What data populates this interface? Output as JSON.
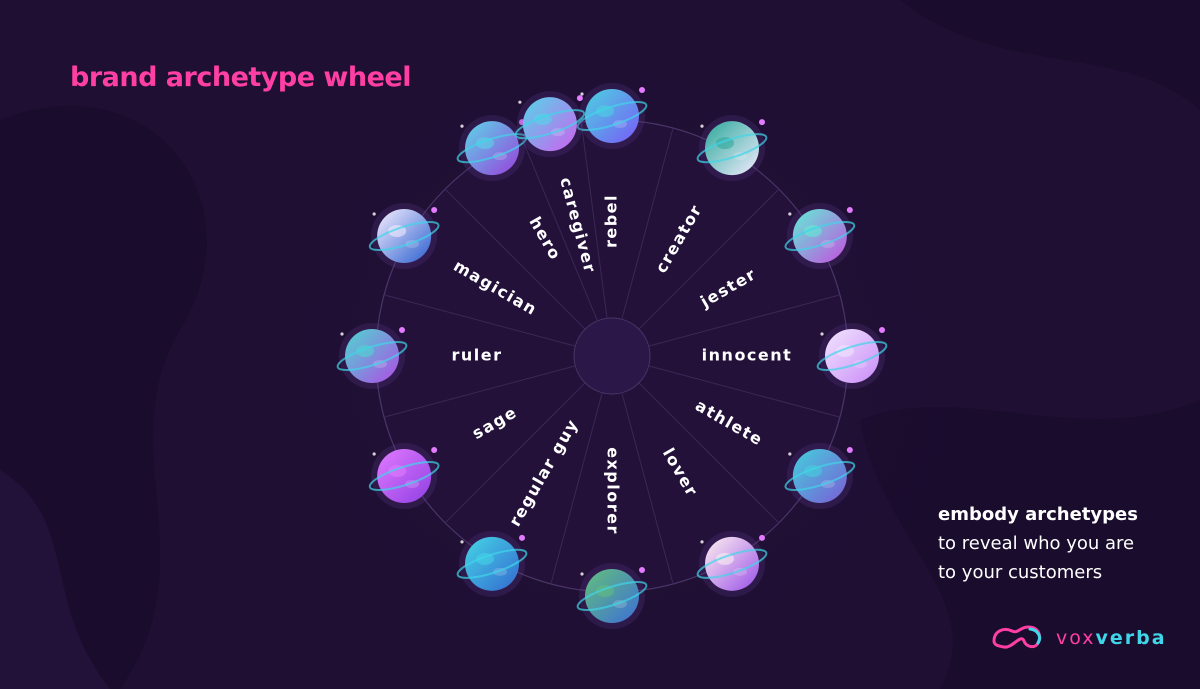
{
  "title": "brand archetype wheel",
  "tagline": {
    "strong": "embody archetypes",
    "line1": "to reveal who you are",
    "line2": "to your customers"
  },
  "logo": {
    "part1": "vox",
    "part2": "verba"
  },
  "archetypes": [
    {
      "label": "rebel",
      "angle": 90,
      "colors": [
        "#7a5af8",
        "#4ad3e0"
      ]
    },
    {
      "label": "creator",
      "angle": 60,
      "colors": [
        "#f4ecff",
        "#2aa89a"
      ]
    },
    {
      "label": "jester",
      "angle": 30,
      "colors": [
        "#c64de0",
        "#5ff0d6"
      ]
    },
    {
      "label": "innocent",
      "angle": 0,
      "colors": [
        "#c98bf7",
        "#f2e6ff"
      ]
    },
    {
      "label": "athlete",
      "angle": -30,
      "colors": [
        "#7b5bd6",
        "#43d1dd"
      ]
    },
    {
      "label": "lover",
      "angle": -60,
      "colors": [
        "#9a4fe8",
        "#fff3f0"
      ]
    },
    {
      "label": "explorer",
      "angle": -90,
      "colors": [
        "#3d6ed8",
        "#62c07b"
      ]
    },
    {
      "label": "regular guy",
      "angle": -120,
      "colors": [
        "#3468d0",
        "#45d6e6"
      ]
    },
    {
      "label": "sage",
      "angle": -150,
      "colors": [
        "#8f3fe3",
        "#e27bff"
      ]
    },
    {
      "label": "ruler",
      "angle": 180,
      "colors": [
        "#b04be6",
        "#4cd8d0"
      ]
    },
    {
      "label": "magician",
      "angle": 150,
      "colors": [
        "#2b5fcf",
        "#f7efff"
      ]
    },
    {
      "label": "hero",
      "angle": 120,
      "colors": [
        "#9a3fdc",
        "#5ad8e8"
      ]
    },
    {
      "label": "caregiver",
      "angle": 105,
      "colors": [
        "#d05ff0",
        "#52d7e8"
      ]
    }
  ],
  "colors": {
    "background": "#1f0f33",
    "title": "#ff3fa4",
    "accent_cyan": "#3fd6e8"
  }
}
